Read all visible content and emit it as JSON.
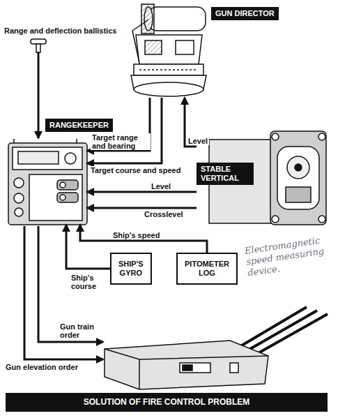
{
  "diagram": {
    "title": "SOLUTION OF FIRE CONTROL PROBLEM",
    "nodes": [
      {
        "text": [
          "GUN DIRECTOR"
        ]
      },
      {
        "text": [
          "RANGEKEEPER"
        ]
      },
      {
        "text": [
          "STABLE VERTICAL"
        ]
      },
      {
        "text": [
          "SHIP'S GYRO"
        ]
      },
      {
        "text": [
          "PITOMETER LOG"
        ]
      }
    ],
    "edges": [
      {
        "from": 0,
        "to": 1,
        "label": "Target range and bearing",
        "arrow": "to"
      },
      {
        "from": 0,
        "to": 1,
        "label": "Target course and speed",
        "arrow": "to"
      },
      {
        "from": 2,
        "to": 0,
        "label": "Level",
        "arrow": "to"
      },
      {
        "from": 2,
        "to": 1,
        "label": "Level",
        "arrow": "to"
      },
      {
        "from": 2,
        "to": 1,
        "label": "Crosslevel",
        "arrow": "to"
      },
      {
        "from": 4,
        "to": 1,
        "label": "Ship's speed",
        "arrow": "to"
      },
      {
        "from": 3,
        "to": 1,
        "label": "Ship's course",
        "arrow": "to"
      }
    ],
    "labels": [
      "Range and deflection ballistics",
      "Gun train order",
      "Gun elevation order",
      "Electromagnetic speed measuring device."
    ]
  }
}
